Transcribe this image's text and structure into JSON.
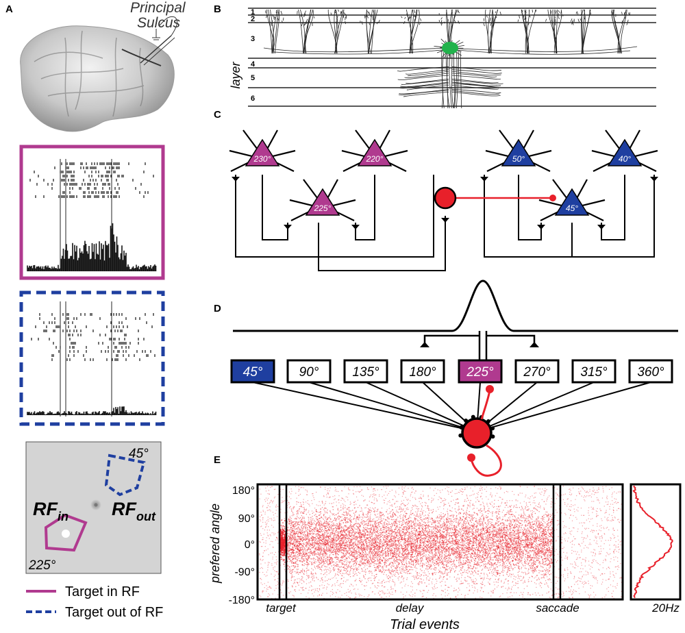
{
  "panels": {
    "a": {
      "letter": "A",
      "brain_label_line1": "Principal",
      "brain_label_line2": "Sulcus",
      "rf_in": "RF",
      "rf_in_sub": "in",
      "rf_out": "RF",
      "rf_out_sub": "out",
      "angle_out": "45°",
      "angle_in": "225°",
      "legend": [
        {
          "label": "Target in RF",
          "color": "#b03a8f",
          "style": "solid"
        },
        {
          "label": "Target out of RF",
          "color": "#1f3fa0",
          "style": "dashed"
        }
      ]
    },
    "b": {
      "letter": "B",
      "axis_label": "layer",
      "layers": [
        "1",
        "2",
        "3",
        "4",
        "5",
        "6"
      ]
    },
    "c": {
      "letter": "C",
      "neurons": [
        {
          "label": "230°",
          "color": "#b03a8f"
        },
        {
          "label": "220°",
          "color": "#b03a8f"
        },
        {
          "label": "225°",
          "color": "#b03a8f"
        },
        {
          "label": "50°",
          "color": "#1f3fa0"
        },
        {
          "label": "40°",
          "color": "#1f3fa0"
        },
        {
          "label": "45°",
          "color": "#1f3fa0"
        }
      ]
    },
    "d": {
      "letter": "D",
      "angles": [
        "45°",
        "90°",
        "135°",
        "180°",
        "225°",
        "270°",
        "315°",
        "360°"
      ],
      "highlight_blue": "45°",
      "highlight_magenta": "225°"
    },
    "e": {
      "letter": "E",
      "ylabel": "prefered angle",
      "xlabel": "Trial events",
      "y_ticks": [
        "180°",
        "90°",
        "0°",
        "-90°",
        "-180°"
      ],
      "events": [
        "target",
        "delay",
        "saccade"
      ],
      "hist_label": "20Hz"
    }
  },
  "colors": {
    "magenta": "#b03a8f",
    "blue": "#1f3fa0",
    "red": "#e8202a",
    "green": "#22b24c",
    "panel_bg": "#d4d4d4"
  }
}
